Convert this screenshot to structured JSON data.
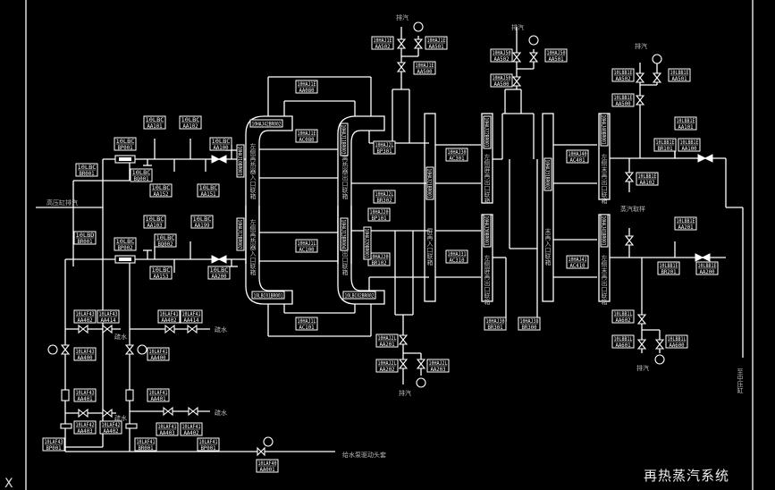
{
  "drawing": {
    "title": "再热蒸汽系统",
    "corner_mark": "X"
  },
  "labels": {
    "hp_exhaust": "高压缸排汽",
    "vent_1": "排汽",
    "vent_2": "排汽",
    "vent_3": "排汽",
    "vent_4": "排汽",
    "vent_5": "排汽",
    "drain_1": "疏水",
    "drain_2": "疏水",
    "drain_3": "疏水",
    "drain_4": "疏水",
    "feedwater_pump": "给水泵驱动头套",
    "steam_sample": "蒸汽取样",
    "to_ip_cylinder": "至中压缸"
  },
  "headers": {
    "left_inlet_a": "左侧再热器入口联箱",
    "left_outlet_a": "右侧再热器出口联箱",
    "left_inlet_b": "左侧再热器入口联箱",
    "left_outlet_b": "右侧再热器出口联箱",
    "rear_inlet": "屏再入口联箱",
    "left_out_c": "左侧屏再出口联箱",
    "left_out_d": "左侧屏再出口联箱",
    "final_inlet": "末再入口联箱",
    "right_out_e": "左侧末再出口联箱",
    "right_out_f": "左侧末再出口联箱"
  },
  "tags": [
    {
      "id": "t1",
      "code": "10LBC",
      "sub": "AA101"
    },
    {
      "id": "t2",
      "code": "10LBC",
      "sub": "AA102"
    },
    {
      "id": "t3",
      "code": "10LBC",
      "sub": "BP001"
    },
    {
      "id": "t4",
      "code": "10LBC",
      "sub": "AA100"
    },
    {
      "id": "t5",
      "code": "10LBC",
      "sub": "BR001"
    },
    {
      "id": "t6",
      "code": "10LBC",
      "sub": "BQ001"
    },
    {
      "id": "t7",
      "code": "10LBC",
      "sub": "AA152"
    },
    {
      "id": "t8",
      "code": "10LBC",
      "sub": "AA151"
    },
    {
      "id": "t9",
      "code": "10LBC",
      "sub": "AA103"
    },
    {
      "id": "t10",
      "code": "10LBC",
      "sub": "AA199"
    },
    {
      "id": "t11",
      "code": "10LBC",
      "sub": "BP002"
    },
    {
      "id": "t12",
      "code": "10LBC",
      "sub": "BQ002"
    },
    {
      "id": "t13",
      "code": "10LBC",
      "sub": "AA153"
    },
    {
      "id": "t14",
      "code": "10LBC",
      "sub": "AA200"
    },
    {
      "id": "t15",
      "code": "10LBD",
      "sub": "BR001"
    },
    {
      "id": "t16",
      "code": "10LAF43",
      "sub": "AA402"
    },
    {
      "id": "t17",
      "code": "10LAF43",
      "sub": "AA414"
    },
    {
      "id": "t18",
      "code": "10LAF43",
      "sub": "AA400"
    },
    {
      "id": "t19",
      "code": "10LAF43",
      "sub": "AA401"
    },
    {
      "id": "t20",
      "code": "10LAF42",
      "sub": "AA403"
    },
    {
      "id": "t21",
      "code": "10LAF42",
      "sub": "AA402"
    },
    {
      "id": "t22",
      "code": "10LAF43",
      "sub": "BP001"
    },
    {
      "id": "t23",
      "code": "10LAF41",
      "sub": "AA402"
    },
    {
      "id": "t24",
      "code": "10LAF41",
      "sub": "AA414"
    },
    {
      "id": "t25",
      "code": "10LAF41",
      "sub": "AA400"
    },
    {
      "id": "t26",
      "code": "10LAF41",
      "sub": "AA401"
    },
    {
      "id": "t27",
      "code": "10LAF41",
      "sub": "AA403"
    },
    {
      "id": "t28",
      "code": "10LAF41",
      "sub": "AA402"
    },
    {
      "id": "t29",
      "code": "10LAF41",
      "sub": "BR001"
    },
    {
      "id": "t30",
      "code": "10LAF41",
      "sub": "BP001"
    },
    {
      "id": "t31",
      "code": "10LAF40",
      "sub": "AA001"
    },
    {
      "id": "t32",
      "code": "10HAJ1E",
      "sub": "AA080"
    },
    {
      "id": "t33",
      "code": "10HAJ1E",
      "sub": "AC080"
    },
    {
      "id": "t34",
      "code": "10HAJ1L",
      "sub": "AC100"
    },
    {
      "id": "t35",
      "code": "10HAJ1L",
      "sub": "AC101"
    },
    {
      "id": "t36",
      "code": "10HAJ20",
      "sub": "BP101"
    },
    {
      "id": "t37",
      "code": "10HAJ20",
      "sub": "BR102"
    },
    {
      "id": "t38",
      "code": "10HAJ2L",
      "sub": "BP301"
    },
    {
      "id": "t39",
      "code": "10HAJ2L",
      "sub": "BR302"
    },
    {
      "id": "t40",
      "code": "10HAJ1E",
      "sub": "AA502"
    },
    {
      "id": "t41",
      "code": "10HAJ1E",
      "sub": "AA501"
    },
    {
      "id": "t42",
      "code": "10HAJ1E",
      "sub": "AA500"
    },
    {
      "id": "t43",
      "code": "10HAJ2L",
      "sub": "AA201"
    },
    {
      "id": "t44",
      "code": "10HAJ2L",
      "sub": "AA202"
    },
    {
      "id": "t45",
      "code": "10HAJ2L",
      "sub": "AA203"
    },
    {
      "id": "t46",
      "code": "10HAJ30",
      "sub": "AC301"
    },
    {
      "id": "t47",
      "code": "10HAJ31",
      "sub": "AC310"
    },
    {
      "id": "t48",
      "code": "10HAJ30",
      "sub": "BR301"
    },
    {
      "id": "t49",
      "code": "10HAJ38",
      "sub": "BR300"
    },
    {
      "id": "t50",
      "code": "10HAJ50",
      "sub": "AA502"
    },
    {
      "id": "t51",
      "code": "10HAJ50",
      "sub": "AA501"
    },
    {
      "id": "t52",
      "code": "10HAJ50",
      "sub": "AA500"
    },
    {
      "id": "t53",
      "code": "10HAJ40",
      "sub": "AC401"
    },
    {
      "id": "t54",
      "code": "10HAJ41",
      "sub": "AC410"
    },
    {
      "id": "t55",
      "code": "10LBB1E",
      "sub": "AA502"
    },
    {
      "id": "t56",
      "code": "10LBB1E",
      "sub": "AA501"
    },
    {
      "id": "t57",
      "code": "10LBB1E",
      "sub": "AA500"
    },
    {
      "id": "t58",
      "code": "10LBB1E",
      "sub": "AA101"
    },
    {
      "id": "t59",
      "code": "10LBB1E",
      "sub": "BR101"
    },
    {
      "id": "t60",
      "code": "10LBB1E",
      "sub": "AA100"
    },
    {
      "id": "t61",
      "code": "10LBB1E",
      "sub": "AA102"
    },
    {
      "id": "t62",
      "code": "10LBB1E",
      "sub": "AA201"
    },
    {
      "id": "t63",
      "code": "10LBB1E",
      "sub": "BR201"
    },
    {
      "id": "t64",
      "code": "10LBB1E",
      "sub": "AA200"
    },
    {
      "id": "t65",
      "code": "10LBB1L",
      "sub": "AA602"
    },
    {
      "id": "t66",
      "code": "10LBB1L",
      "sub": "AA601"
    },
    {
      "id": "t67",
      "code": "10LBB1L",
      "sub": "AA600"
    }
  ],
  "header_codes": [
    {
      "id": "h1",
      "code": "10HAJ10BR001"
    },
    {
      "id": "h2",
      "code": "10HAJ12BR002"
    },
    {
      "id": "h3",
      "code": "10HAJ11BR003"
    },
    {
      "id": "h4",
      "code": "10HAJ13BR004"
    },
    {
      "id": "h5",
      "code": "10HAJ20BR001"
    },
    {
      "id": "h6",
      "code": "10HAJ21BR001"
    },
    {
      "id": "h7",
      "code": "10HAJ22BR001"
    },
    {
      "id": "h8",
      "code": "10HAJ30BR001"
    },
    {
      "id": "h9",
      "code": "10HAJ31BR002"
    },
    {
      "id": "h10",
      "code": "10HAJ40BR001"
    },
    {
      "id": "h11",
      "code": "10HAJ41BR001"
    },
    {
      "id": "h12",
      "code": "10HAJ42BR002"
    },
    {
      "id": "h13",
      "code": "10LBC01BR001"
    },
    {
      "id": "h14",
      "code": "10LBC02BR002"
    }
  ]
}
